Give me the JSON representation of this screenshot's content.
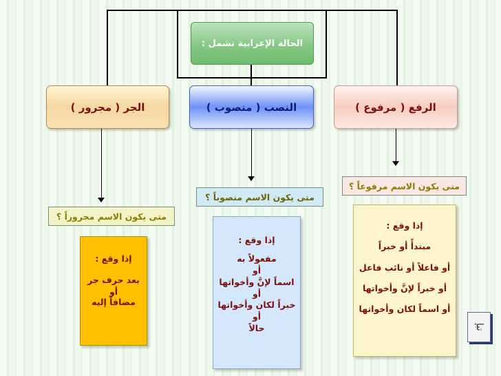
{
  "title": "الحالة الإعرابية تشمل :",
  "cases": {
    "jar": {
      "label": "الجر  ( مجرور )"
    },
    "nasb": {
      "label": "النصب  ( منصوب )"
    },
    "raf": {
      "label": "الرفع  ( مرفوع )"
    }
  },
  "questions": {
    "jar": "متى يكون الاسم مجروراً ؟",
    "nasb": "متى يكون الاسم منصوباً ؟",
    "raf": "متى يكون الاسم مرفوعاً ؟"
  },
  "contents": {
    "jar": [
      "إذا وقع :",
      "",
      "بعد حرف جر",
      "أو",
      "مضافاً إليه"
    ],
    "nasb": [
      "إذا وقع :",
      "",
      "مفعولاً به",
      "أو",
      "اسماً لإنَّ وأخواتها",
      "أو",
      "خبراً لكان وأخواتها",
      "أو",
      "حالاً"
    ],
    "raf": [
      "إذا وقع  :",
      "",
      "مبتدأً أو خبراً",
      "",
      "أو فاعلاً أو نائب فاعل",
      "",
      "أو خبراً لإنَّ وأخواتها",
      "",
      "أو اسماً لكان وأخواتها"
    ]
  },
  "corner_icon": {
    "icon": "calligraphy-icon",
    "glyphs": "تبإ"
  },
  "colors": {
    "title_box": "#86c886",
    "jar_box": "#f5d7a2",
    "nasb_box": "#6e92f5",
    "raf_box": "#f6cdbe",
    "jar_content": "#ffc000",
    "nasb_content": "#d5e7fb",
    "raf_content": "#fff5cc",
    "question_text": "#8b7d00"
  }
}
